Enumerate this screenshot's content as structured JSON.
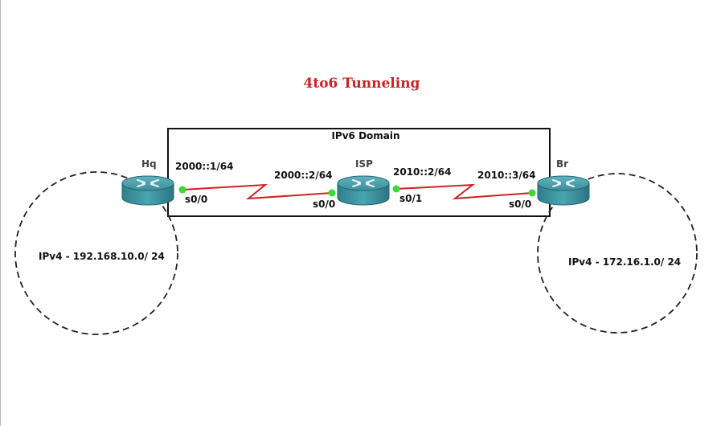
{
  "title": "4to6 Tunneling",
  "domain_box": {
    "label": "IPv6 Domain"
  },
  "routers": [
    {
      "id": "hq",
      "name": "Hq"
    },
    {
      "id": "isp",
      "name": "ISP"
    },
    {
      "id": "br",
      "name": "Br"
    }
  ],
  "links": [
    {
      "from": "hq",
      "to": "isp",
      "from_addr": "2000::1/64",
      "from_iface": "s0/0",
      "to_addr": "2000::2/64",
      "to_iface": "s0/0"
    },
    {
      "from": "isp",
      "to": "br",
      "from_addr": "2010::2/64",
      "from_iface": "s0/1",
      "to_addr": "2010::3/64",
      "to_iface": "s0/0"
    }
  ],
  "networks": [
    {
      "router": "hq",
      "label": "IPv4 - 192.168.10.0/ 24"
    },
    {
      "router": "br",
      "label": "IPv4 - 172.16.1.0/ 24"
    }
  ],
  "colors": {
    "title": "#cc2222",
    "serial_link": "#cc2222",
    "interface_up": "#33dd33",
    "router_body": "#4a9aa6"
  }
}
